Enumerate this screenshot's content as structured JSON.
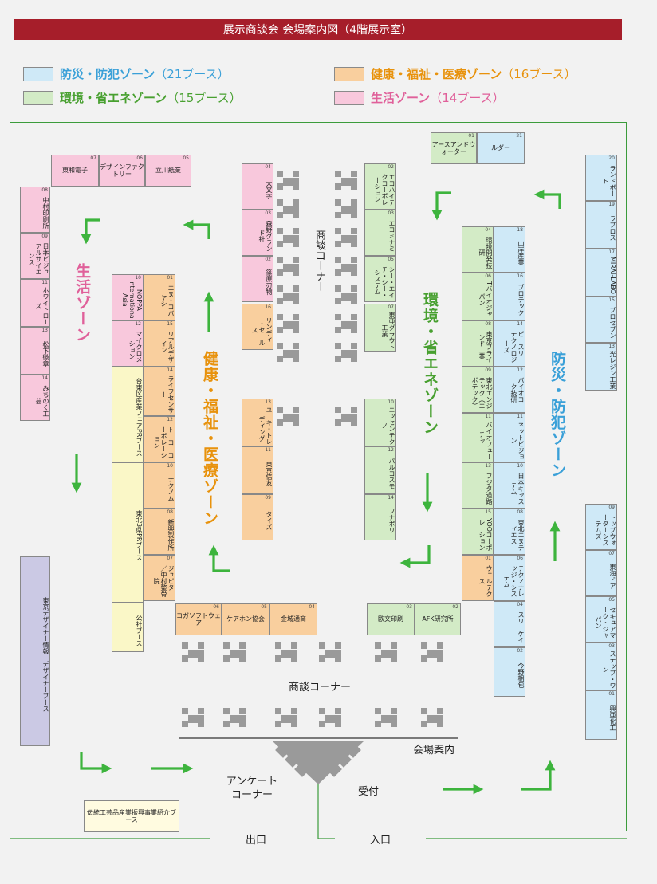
{
  "title": "展示商談会 会場案内図（4階展示室）",
  "legend": [
    {
      "label": "防災・防犯ゾーン",
      "count": "（21ブース）",
      "color": "#cfe9f7",
      "text_color": "#3aa0d8"
    },
    {
      "label": "健康・福祉・医療ゾーン",
      "count": "（16ブース）",
      "color": "#f9cf9e",
      "text_color": "#e8920c"
    },
    {
      "label": "環境・省エネゾーン",
      "count": "（15ブース）",
      "color": "#d3ebc6",
      "text_color": "#48a030"
    },
    {
      "label": "生活ゾーン",
      "count": "（14ブース）",
      "color": "#f8c8dc",
      "text_color": "#e0609a"
    }
  ],
  "zone_labels": {
    "seikatsu": "生活ゾーン",
    "kenkou": "健康・福祉・医療ゾーン",
    "kankyo": "環境・省エネゾーン",
    "bousai": "防災・防犯ゾーン"
  },
  "places": {
    "shodan_center": "商談コーナー",
    "shodan_bottom": "商談コーナー",
    "info": "会場案内",
    "survey": "アンケートコーナー",
    "reception": "受付",
    "exit": "出口",
    "entrance": "入口"
  },
  "booths": {
    "s07": {
      "num": "07",
      "name": "東和電子"
    },
    "s06": {
      "num": "06",
      "name": "デザインファクトリー"
    },
    "s05": {
      "num": "05",
      "name": "立川紙業"
    },
    "s08": {
      "num": "08",
      "name": "中村印刷所"
    },
    "s09": {
      "num": "09",
      "name": "日本ビジュアルサイエンス"
    },
    "s11": {
      "num": "11",
      "name": "ホワイトローズ"
    },
    "s13": {
      "num": "13",
      "name": "松下徽章"
    },
    "s14": {
      "num": "14",
      "name": "みちのく工芸"
    },
    "s10": {
      "num": "10",
      "name": "NOPPA International Asia"
    },
    "s12": {
      "num": "12",
      "name": "マイクロメーション"
    },
    "s04": {
      "num": "04",
      "name": "大文字"
    },
    "s03": {
      "num": "03",
      "name": "森野グランド社"
    },
    "s02": {
      "num": "02",
      "name": "篠原刃物"
    },
    "k01": {
      "num": "01",
      "name": "エヌ・コバヤシ"
    },
    "k15": {
      "num": "15",
      "name": "リアルデザイン"
    },
    "k14": {
      "num": "14",
      "name": "ライフセンサー"
    },
    "k12": {
      "num": "12",
      "name": "トーコーコーポレーション"
    },
    "k10": {
      "num": "10",
      "name": "テクノム"
    },
    "k08": {
      "num": "08",
      "name": "新興製作所"
    },
    "k07": {
      "num": "07",
      "name": "ジュピター／中村整骨院"
    },
    "k16": {
      "num": "16",
      "name": "リンディー・セールス"
    },
    "k13": {
      "num": "13",
      "name": "ユーキ・トレーディング"
    },
    "k11": {
      "num": "11",
      "name": "東京信友"
    },
    "k09": {
      "num": "09",
      "name": "タイズ"
    },
    "k06": {
      "num": "06",
      "name": "コガソフトウェア"
    },
    "k05": {
      "num": "05",
      "name": "ケアホン協会"
    },
    "k04": {
      "num": "04",
      "name": "金城通商"
    },
    "e03b": {
      "num": "03",
      "name": "欧文印刷"
    },
    "e02b": {
      "num": "02",
      "name": "AFK研究所"
    },
    "e01top": {
      "num": "01",
      "name": "アースアンドウォーター"
    },
    "b21": {
      "num": "21",
      "name": "ルダー"
    },
    "e02": {
      "num": "02",
      "name": "エコハイテクコーポレーション"
    },
    "e03": {
      "num": "03",
      "name": "エコミナミ"
    },
    "e05": {
      "num": "05",
      "name": "シー・エイチ・シー・システム"
    },
    "e07": {
      "num": "07",
      "name": "東亜グラウト工業"
    },
    "e10": {
      "num": "10",
      "name": "ニッセンテクノ"
    },
    "e12": {
      "num": "12",
      "name": "パルコスモ"
    },
    "e14": {
      "num": "14",
      "name": "フナボリ"
    },
    "e04": {
      "num": "04",
      "name": "環境開発技研"
    },
    "e06": {
      "num": "06",
      "name": "Tバイオジャパン"
    },
    "e08": {
      "num": "08",
      "name": "東京ブラインド工業"
    },
    "e09": {
      "num": "09",
      "name": "東北エンジテック（エボテック）"
    },
    "e11": {
      "num": "11",
      "name": "バイオフューチャー"
    },
    "e13": {
      "num": "13",
      "name": "フジタ道路"
    },
    "e15": {
      "num": "15",
      "name": "YOOコーポレーション"
    },
    "k01b": {
      "num": "01",
      "name": "ウェルテクス"
    },
    "b18": {
      "num": "18",
      "name": "山岸産業"
    },
    "b16": {
      "num": "16",
      "name": "プロテック"
    },
    "b14": {
      "num": "14",
      "name": "ピースリーテクノロジーズ"
    },
    "b12": {
      "num": "12",
      "name": "バイオコーク技研"
    },
    "b11": {
      "num": "11",
      "name": "ネットビジョン"
    },
    "b10": {
      "num": "10",
      "name": "日本キャステム"
    },
    "b08": {
      "num": "08",
      "name": "東北エヌティエス"
    },
    "b06": {
      "num": "06",
      "name": "テクノナレッジ・システム"
    },
    "b04": {
      "num": "04",
      "name": "スリーケイ"
    },
    "b02": {
      "num": "02",
      "name": "今野梱包"
    },
    "b20": {
      "num": "20",
      "name": "ランドボート"
    },
    "b19": {
      "num": "19",
      "name": "ラプロス"
    },
    "b17": {
      "num": "17",
      "name": "MIRAI-LABO"
    },
    "b15": {
      "num": "15",
      "name": "プロセブン"
    },
    "b13": {
      "num": "13",
      "name": "光レジン工業"
    },
    "b09": {
      "num": "09",
      "name": "トップウォーターシステムズ"
    },
    "b07": {
      "num": "07",
      "name": "東海ドア"
    },
    "b05": {
      "num": "05",
      "name": "セキュアマーク・ジャパン"
    },
    "b03": {
      "num": "03",
      "name": "ステップ・ワン"
    },
    "b01": {
      "num": "01",
      "name": "興亜化工"
    },
    "pr_taito": {
      "name": "台東区産業フェアPRブース"
    },
    "pr_tohoku": {
      "name": "東北3県PRブース"
    },
    "pr_kosha": {
      "name": "公社ブース"
    },
    "tokyo_design": {
      "name": "東京デザイナー情報　デザイナーブース"
    },
    "dento": {
      "name": "伝統工芸品産業振興事業紹介ブース"
    }
  }
}
